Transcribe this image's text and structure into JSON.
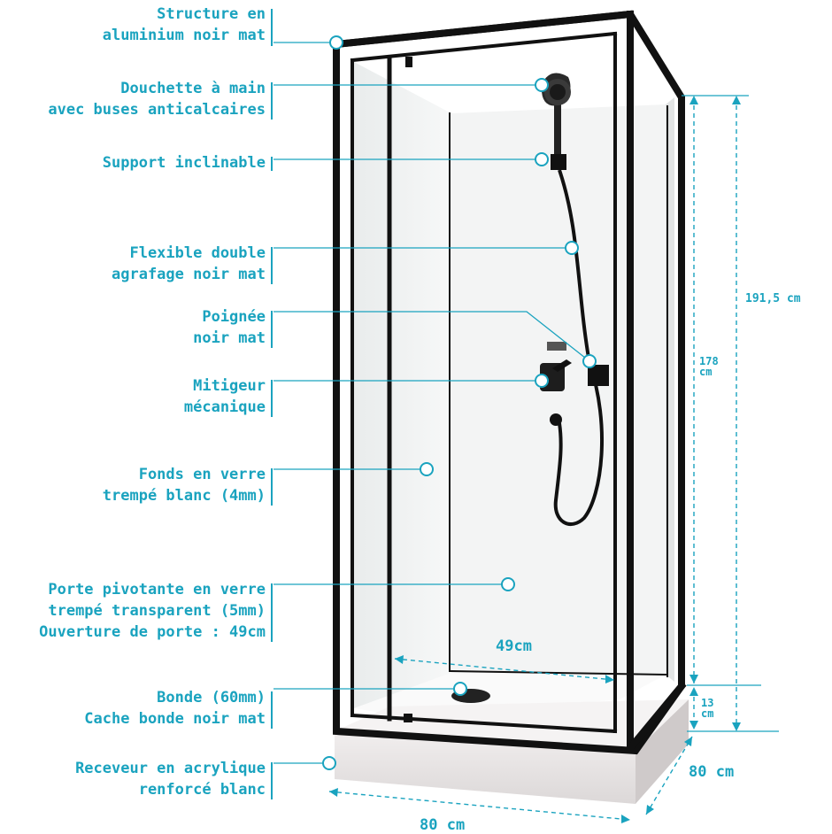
{
  "colors": {
    "accent": "#1aa3bf",
    "frame": "#111111"
  },
  "labels": [
    {
      "lines": [
        "Structure en",
        "aluminium noir mat"
      ]
    },
    {
      "lines": [
        "Douchette à main",
        "avec buses anticalcaires"
      ]
    },
    {
      "lines": [
        "Support inclinable"
      ]
    },
    {
      "lines": [
        "Flexible double",
        "agrafage noir mat"
      ]
    },
    {
      "lines": [
        "Poignée",
        "noir mat"
      ]
    },
    {
      "lines": [
        "Mitigeur",
        "mécanique"
      ]
    },
    {
      "lines": [
        "Fonds en verre",
        "trempé blanc (4mm)"
      ]
    },
    {
      "lines": [
        "Porte pivotante en verre",
        "trempé transparent (5mm)",
        "Ouverture de porte : 49cm"
      ]
    },
    {
      "lines": [
        "Bonde (60mm)",
        "Cache bonde noir mat"
      ]
    },
    {
      "lines": [
        "Receveur en acrylique",
        "renforcé blanc"
      ]
    }
  ],
  "dimensions": {
    "total_height": "191,5 cm",
    "cabin_height_value": "178",
    "cabin_height_unit": "cm",
    "tray_height_value": "13",
    "tray_height_unit": "cm",
    "width_front": "80 cm",
    "depth_side": "80 cm",
    "door_opening": "49cm"
  }
}
